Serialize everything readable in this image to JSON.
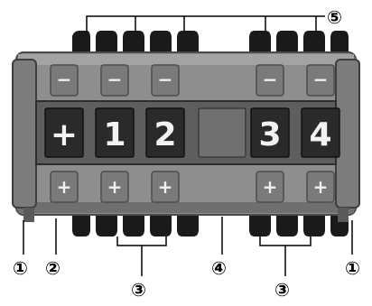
{
  "digit_wheels": [
    {
      "id": "wheel-1",
      "value": "+"
    },
    {
      "id": "wheel-2",
      "value": "1"
    },
    {
      "id": "wheel-3",
      "value": "2"
    },
    {
      "id": "wheel-4",
      "value": ""
    },
    {
      "id": "wheel-5",
      "value": "3"
    },
    {
      "id": "wheel-6",
      "value": "4"
    }
  ],
  "buttons": {
    "minus_label": "−",
    "plus_label": "+"
  },
  "callouts": {
    "end_cap_left": "①",
    "end_cap_right": "①",
    "sign_wheel": "②",
    "digit_group_left": "③",
    "digit_group_right": "③",
    "blank_spacer": "④",
    "minus_buttons": "⑤"
  },
  "colors": {
    "housing": "#8e8e8e",
    "housing_dark": "#5c5c5c",
    "window": "#6a6a6a",
    "wheel_face": "#2a2a2a",
    "button": "#7a7a7a",
    "tab": "#1a1a1a",
    "leader_line": "#000000"
  }
}
